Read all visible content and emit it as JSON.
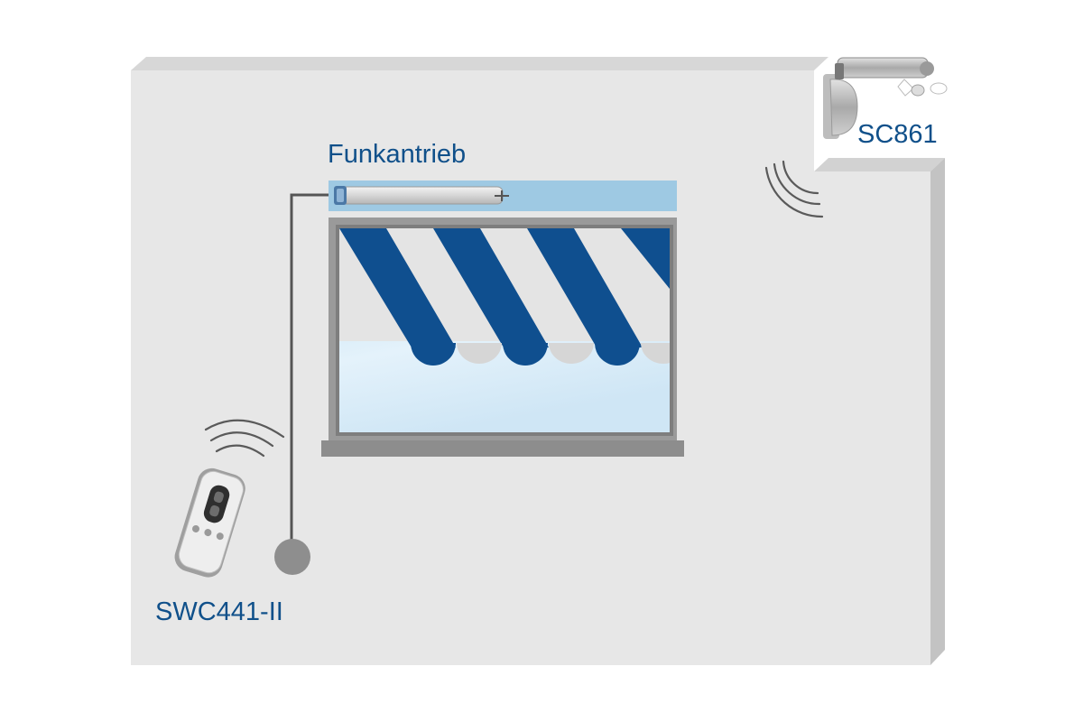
{
  "labels": {
    "motor": "Funkantrieb",
    "sensor": "SC861",
    "remote": "SWC441-II"
  },
  "icons": {
    "motor": "tubular-motor-icon",
    "sensor": "wind-sun-sensor-icon",
    "remote": "remote-control-icon",
    "signal": "radio-waves-icon",
    "plug": "power-connector-icon"
  },
  "colors": {
    "label_text": "#10508a",
    "wall_front": "#e6e6e6",
    "wall_top": "#d7d7d7",
    "wall_side": "#c3c3c3",
    "cassette": "#9ec9e3",
    "awning_blue": "#0f4f8f",
    "awning_white": "#e4e4e4",
    "window_frame": "#8d8d8d",
    "cable": "#555555"
  }
}
